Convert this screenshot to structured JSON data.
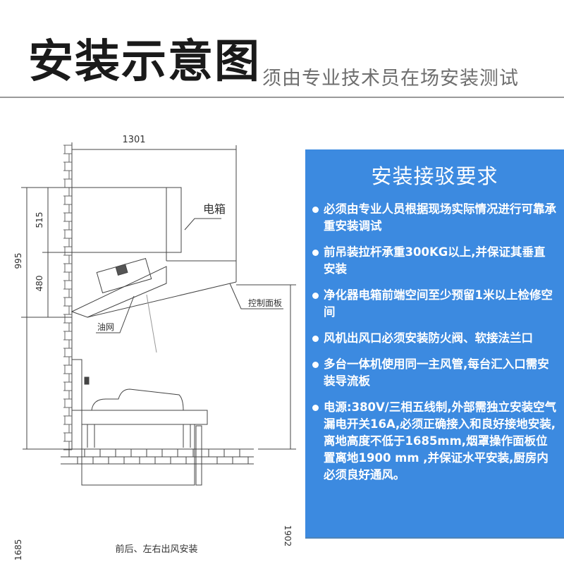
{
  "header": {
    "title": "安装示意图",
    "subtitle": "须由专业技术员在场安装测试"
  },
  "diagram": {
    "dimensions": {
      "width_top": "1301",
      "height_total_hood": "995",
      "height_electric_box": "515",
      "height_lower": "480",
      "height_install_min": "1685",
      "height_control_panel": "1902"
    },
    "labels": {
      "electric_box": "电箱",
      "control_panel": "控制面板",
      "oil_filter": "油网"
    },
    "caption": "前后、左右出风安装"
  },
  "panel": {
    "background_color": "#3c8ae0",
    "title": "安装接驳要求",
    "items": [
      {
        "text": "必须由专业人员根据现场实际情况进行可靠承重安装调试"
      },
      {
        "text": "前吊装拉杆承重300KG以上,并保证其垂直安装"
      },
      {
        "text": "净化器电箱前端空间至少预留1米以上检修空间"
      },
      {
        "text": "风机出风口必须安装防火阀、软接法兰口"
      },
      {
        "text": "多台一体机使用同一主风管,每台汇入口需安装导流板"
      },
      {
        "text": "电源:380V/三相五线制,外部需独立安装空气漏电开关16A,必须正确接入和良好接地安装,离地高度不低于1685mm,烟罩操作面板位置离地1900 mm ,并保证水平安装,厨房内必须良好通风。"
      }
    ]
  }
}
